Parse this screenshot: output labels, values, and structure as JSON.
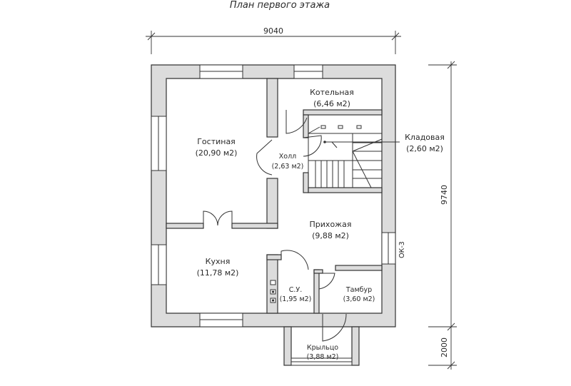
{
  "title": "План первого этажа",
  "dimensions": {
    "width": "9040",
    "height": "9740",
    "porch": "2000"
  },
  "window_tag": "ОК-3",
  "rooms": {
    "living": {
      "name": "Гостиная",
      "area": "(20,90 м2)"
    },
    "boiler": {
      "name": "Котельная",
      "area": "(6,46 м2)"
    },
    "storage": {
      "name": "Кладовая",
      "area": "(2,60 м2)"
    },
    "hall": {
      "name": "Холл",
      "area": "(2,63 м2)"
    },
    "entrance": {
      "name": "Прихожая",
      "area": "(9,88 м2)"
    },
    "kitchen": {
      "name": "Кухня",
      "area": "(11,78 м2)"
    },
    "wc": {
      "name": "С.У.",
      "area": "(1,95 м2)"
    },
    "vestibule": {
      "name": "Тамбур",
      "area": "(3,60 м2)"
    },
    "porch": {
      "name": "Крыльцо",
      "area": "(3,88 м2)"
    }
  }
}
